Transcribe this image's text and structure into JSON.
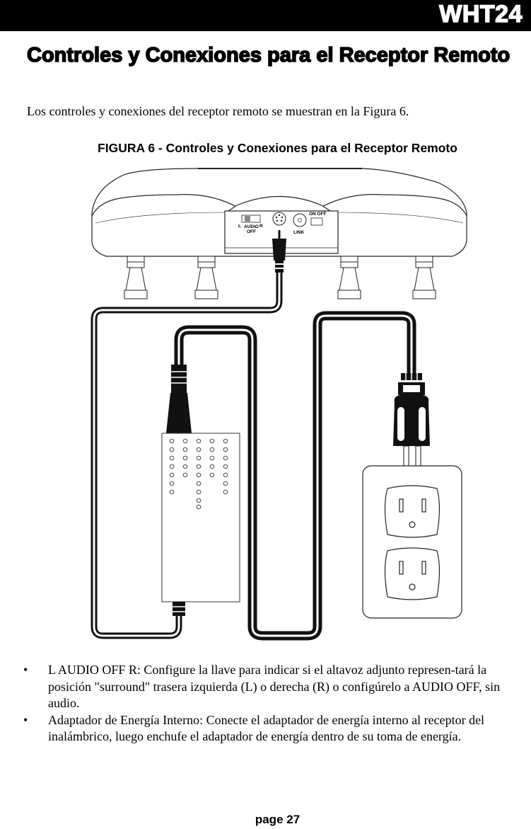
{
  "header": {
    "model": "WHT24"
  },
  "title": "Controles y Conexiones para el Receptor Remoto",
  "intro": "Los controles y conexiones del receptor remoto se muestran en la Figura 6.",
  "figure": {
    "caption": "FIGURA 6 - Controles y Conexiones para el Receptor Remoto",
    "labels": {
      "left": "L",
      "audio": "AUDIO",
      "off": "OFF",
      "right": "R",
      "onoff": "ON OFF",
      "link": "LINK"
    }
  },
  "bullets": [
    {
      "bullet": "•",
      "text": "L AUDIO OFF R: Configure la llave para indicar si el altavoz adjunto represen-tará la posición \"surround\" trasera izquierda (L) o derecha (R) o configúrelo a AUDIO OFF, sin audio."
    },
    {
      "bullet": "•",
      "text": "Adaptador de Energía Interno: Conecte el adaptador de energía interno al receptor del inalámbrico, luego enchufe el adaptador de energía dentro de su toma de energía."
    }
  ],
  "footer": {
    "page": "page 27"
  }
}
